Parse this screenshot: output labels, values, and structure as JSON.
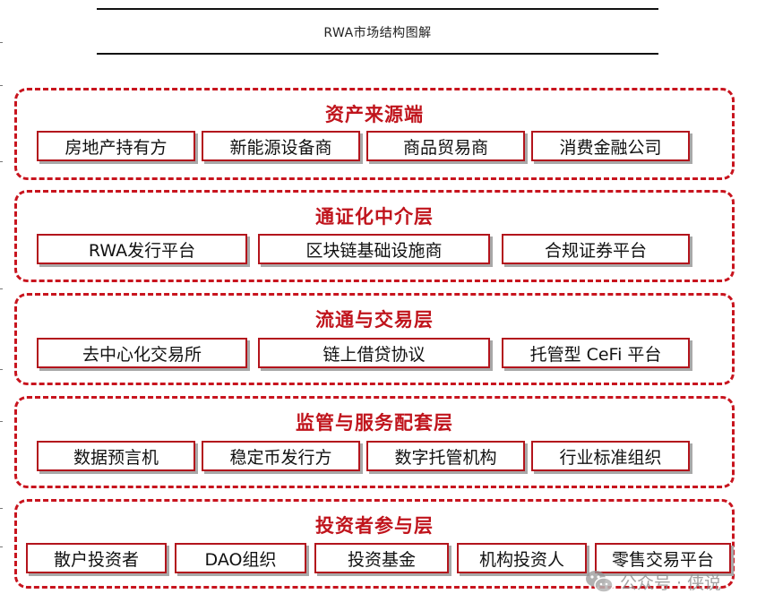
{
  "diagram_title": "RWA市场结构图解",
  "layers": [
    {
      "title": "资产来源端",
      "items": [
        "房地产持有方",
        "新能源设备商",
        "商品贸易商",
        "消费金融公司"
      ]
    },
    {
      "title": "通证化中介层",
      "items": [
        "RWA发行平台",
        "区块链基础设施商",
        "合规证券平台"
      ]
    },
    {
      "title": "流通与交易层",
      "items": [
        "去中心化交易所",
        "链上借贷协议",
        "托管型 CeFi 平台"
      ]
    },
    {
      "title": "监管与服务配套层",
      "items": [
        "数据预言机",
        "稳定币发行方",
        "数字托管机构",
        "行业标准组织"
      ]
    },
    {
      "title": "投资者参与层",
      "items": [
        "散户投资者",
        "DAO组织",
        "投资基金",
        "机构投资人",
        "零售交易平台"
      ]
    }
  ],
  "watermark": {
    "text": "公众号 · 侠说",
    "icon": "wechat-icon"
  },
  "colors": {
    "accent_red": "#c8141e",
    "text": "#111111",
    "shadow": "#a8a8a8"
  }
}
